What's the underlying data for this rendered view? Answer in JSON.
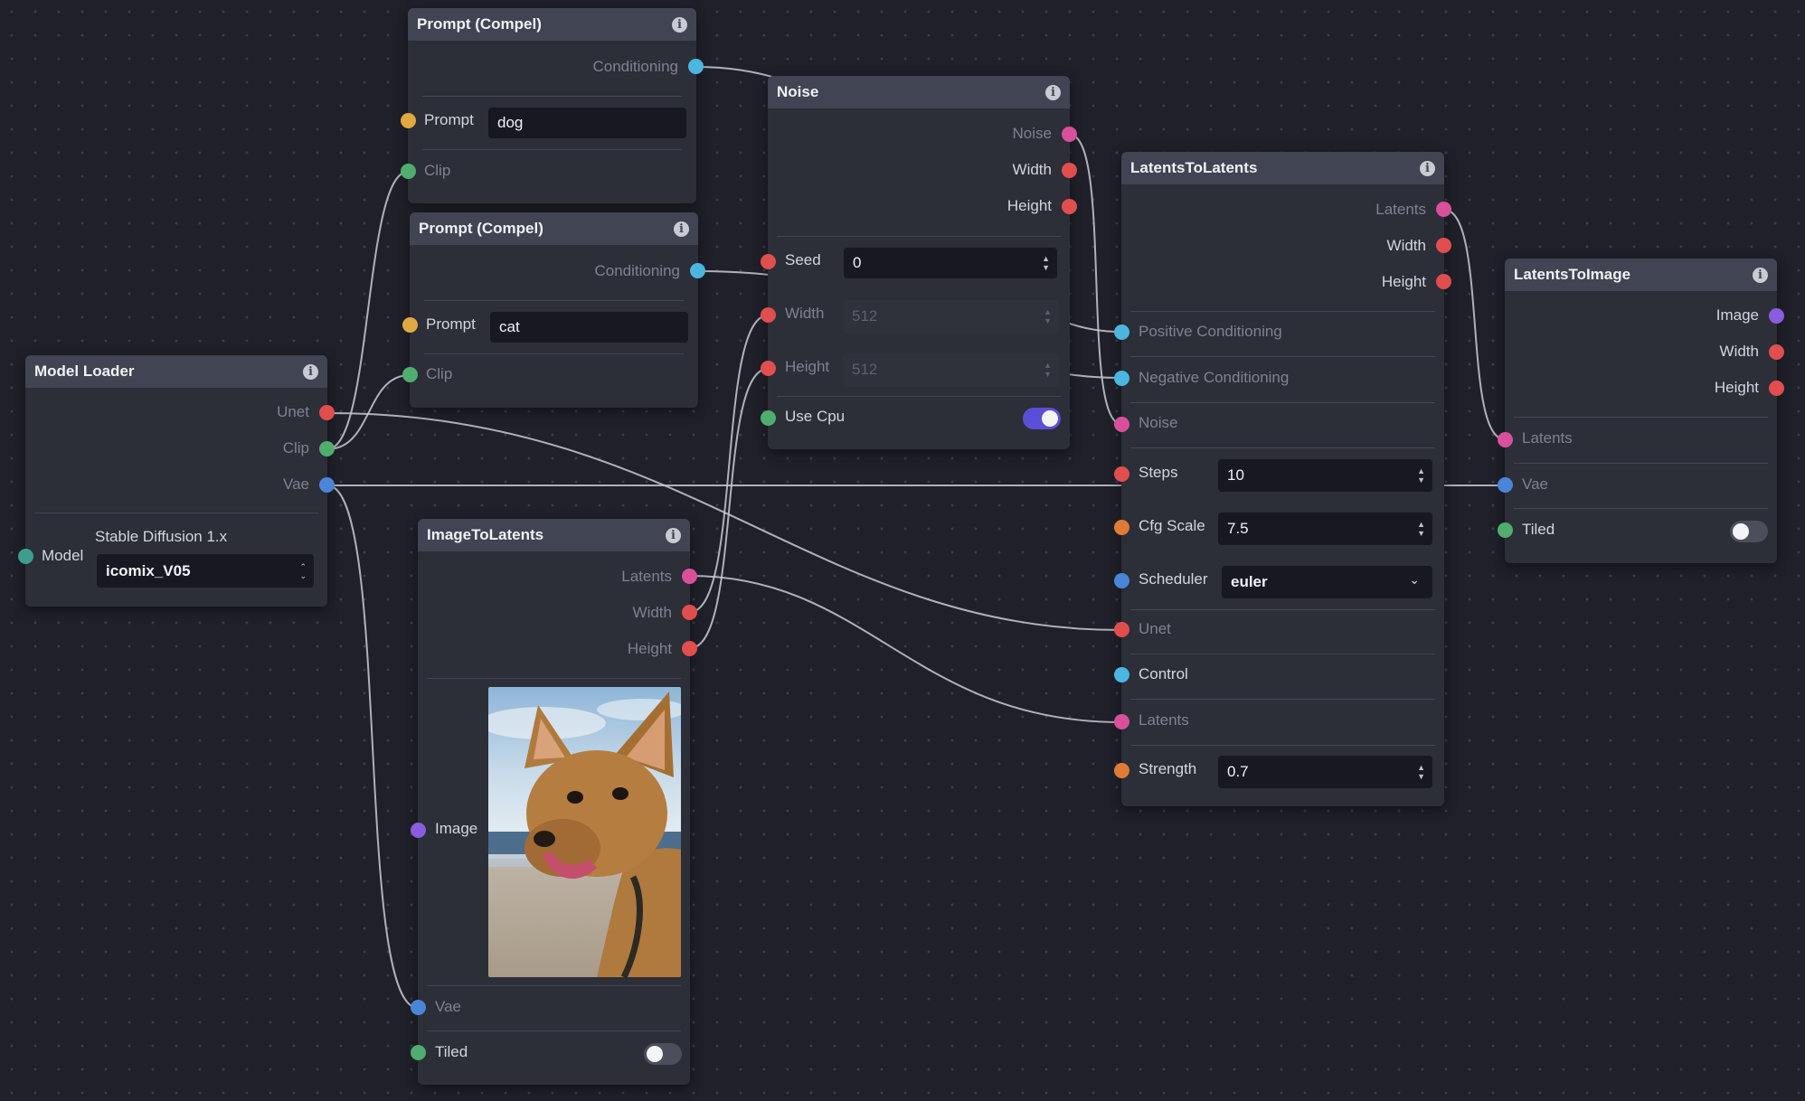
{
  "colors": {
    "background": "#1f2029",
    "node_body": "#2c2e38",
    "node_header": "#414452",
    "wire": "#c9cad1",
    "toggle_on": "#5b4fd8",
    "port_red": "#e04e4e",
    "port_green": "#4fae6d",
    "port_blue": "#4a86d8",
    "port_cyan": "#4bb6e0",
    "port_yellow": "#e0a941",
    "port_pink": "#d9509a",
    "port_orange": "#e07b35",
    "port_purple": "#8a5ce0",
    "port_teal": "#3e9e8e"
  },
  "prompt_dog": {
    "title": "Prompt (Compel)",
    "out_conditioning": "Conditioning",
    "prompt_label": "Prompt",
    "prompt_value": "dog",
    "clip_label": "Clip"
  },
  "prompt_cat": {
    "title": "Prompt (Compel)",
    "out_conditioning": "Conditioning",
    "prompt_label": "Prompt",
    "prompt_value": "cat",
    "clip_label": "Clip"
  },
  "model_loader": {
    "title": "Model Loader",
    "out_unet": "Unet",
    "out_clip": "Clip",
    "out_vae": "Vae",
    "model_label": "Model",
    "model_group": "Stable Diffusion 1.x",
    "model_value": "icomix_V05"
  },
  "noise": {
    "title": "Noise",
    "out_noise": "Noise",
    "out_width": "Width",
    "out_height": "Height",
    "seed_label": "Seed",
    "seed_value": "0",
    "width_label": "Width",
    "width_value": "512",
    "height_label": "Height",
    "height_value": "512",
    "use_cpu_label": "Use Cpu",
    "use_cpu_on": true
  },
  "image_to_latents": {
    "title": "ImageToLatents",
    "out_latents": "Latents",
    "out_width": "Width",
    "out_height": "Height",
    "image_label": "Image",
    "image_icon": "dog-photo",
    "vae_label": "Vae",
    "tiled_label": "Tiled",
    "tiled_on": false
  },
  "latents_to_latents": {
    "title": "LatentsToLatents",
    "out_latents": "Latents",
    "out_width": "Width",
    "out_height": "Height",
    "positive_label": "Positive Conditioning",
    "negative_label": "Negative Conditioning",
    "noise_label": "Noise",
    "steps_label": "Steps",
    "steps_value": "10",
    "cfg_label": "Cfg Scale",
    "cfg_value": "7.5",
    "scheduler_label": "Scheduler",
    "scheduler_value": "euler",
    "unet_label": "Unet",
    "control_label": "Control",
    "latents_label": "Latents",
    "strength_label": "Strength",
    "strength_value": "0.7"
  },
  "latents_to_image": {
    "title": "LatentsToImage",
    "out_image": "Image",
    "out_width": "Width",
    "out_height": "Height",
    "latents_label": "Latents",
    "vae_label": "Vae",
    "tiled_label": "Tiled",
    "tiled_on": false
  }
}
